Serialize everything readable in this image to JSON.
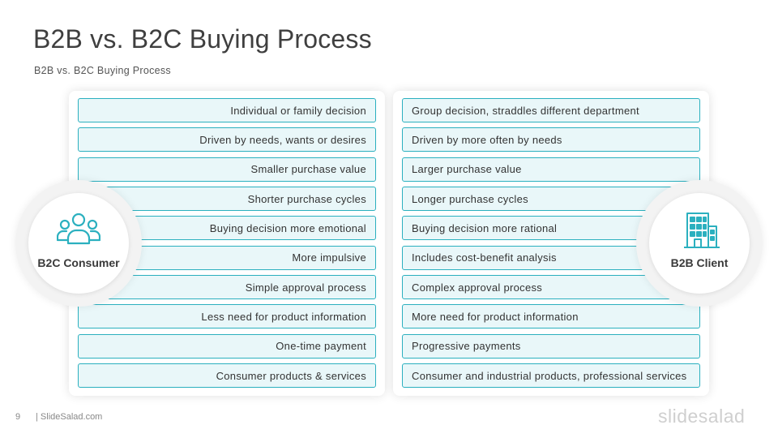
{
  "slide": {
    "title": "B2B vs. B2C Buying Process",
    "subtitle": "B2B vs. B2C Buying Process"
  },
  "b2c": {
    "label": "B2C Consumer",
    "icon": "users-group-icon",
    "items": [
      "Individual or family decision",
      "Driven by needs, wants or desires",
      "Smaller purchase value",
      "Shorter purchase cycles",
      "Buying decision more emotional",
      "More impulsive",
      "Simple approval process",
      "Less need for product information",
      "One-time payment",
      "Consumer products & services"
    ]
  },
  "b2b": {
    "label": "B2B Client",
    "icon": "office-building-icon",
    "items": [
      "Group decision, straddles different department",
      "Driven by more often by needs",
      "Larger purchase value",
      "Longer purchase cycles",
      "Buying decision more rational",
      "Includes cost-benefit analysis",
      "Complex approval process",
      "More need for product information",
      "Progressive payments",
      "Consumer and industrial products, professional services"
    ]
  },
  "footer": {
    "page_number": "9",
    "brand": "| SlideSalad.com",
    "logo": "slidesalad"
  },
  "colors": {
    "accent": "#2bb0bf",
    "row_fill": "#e9f7f9"
  }
}
